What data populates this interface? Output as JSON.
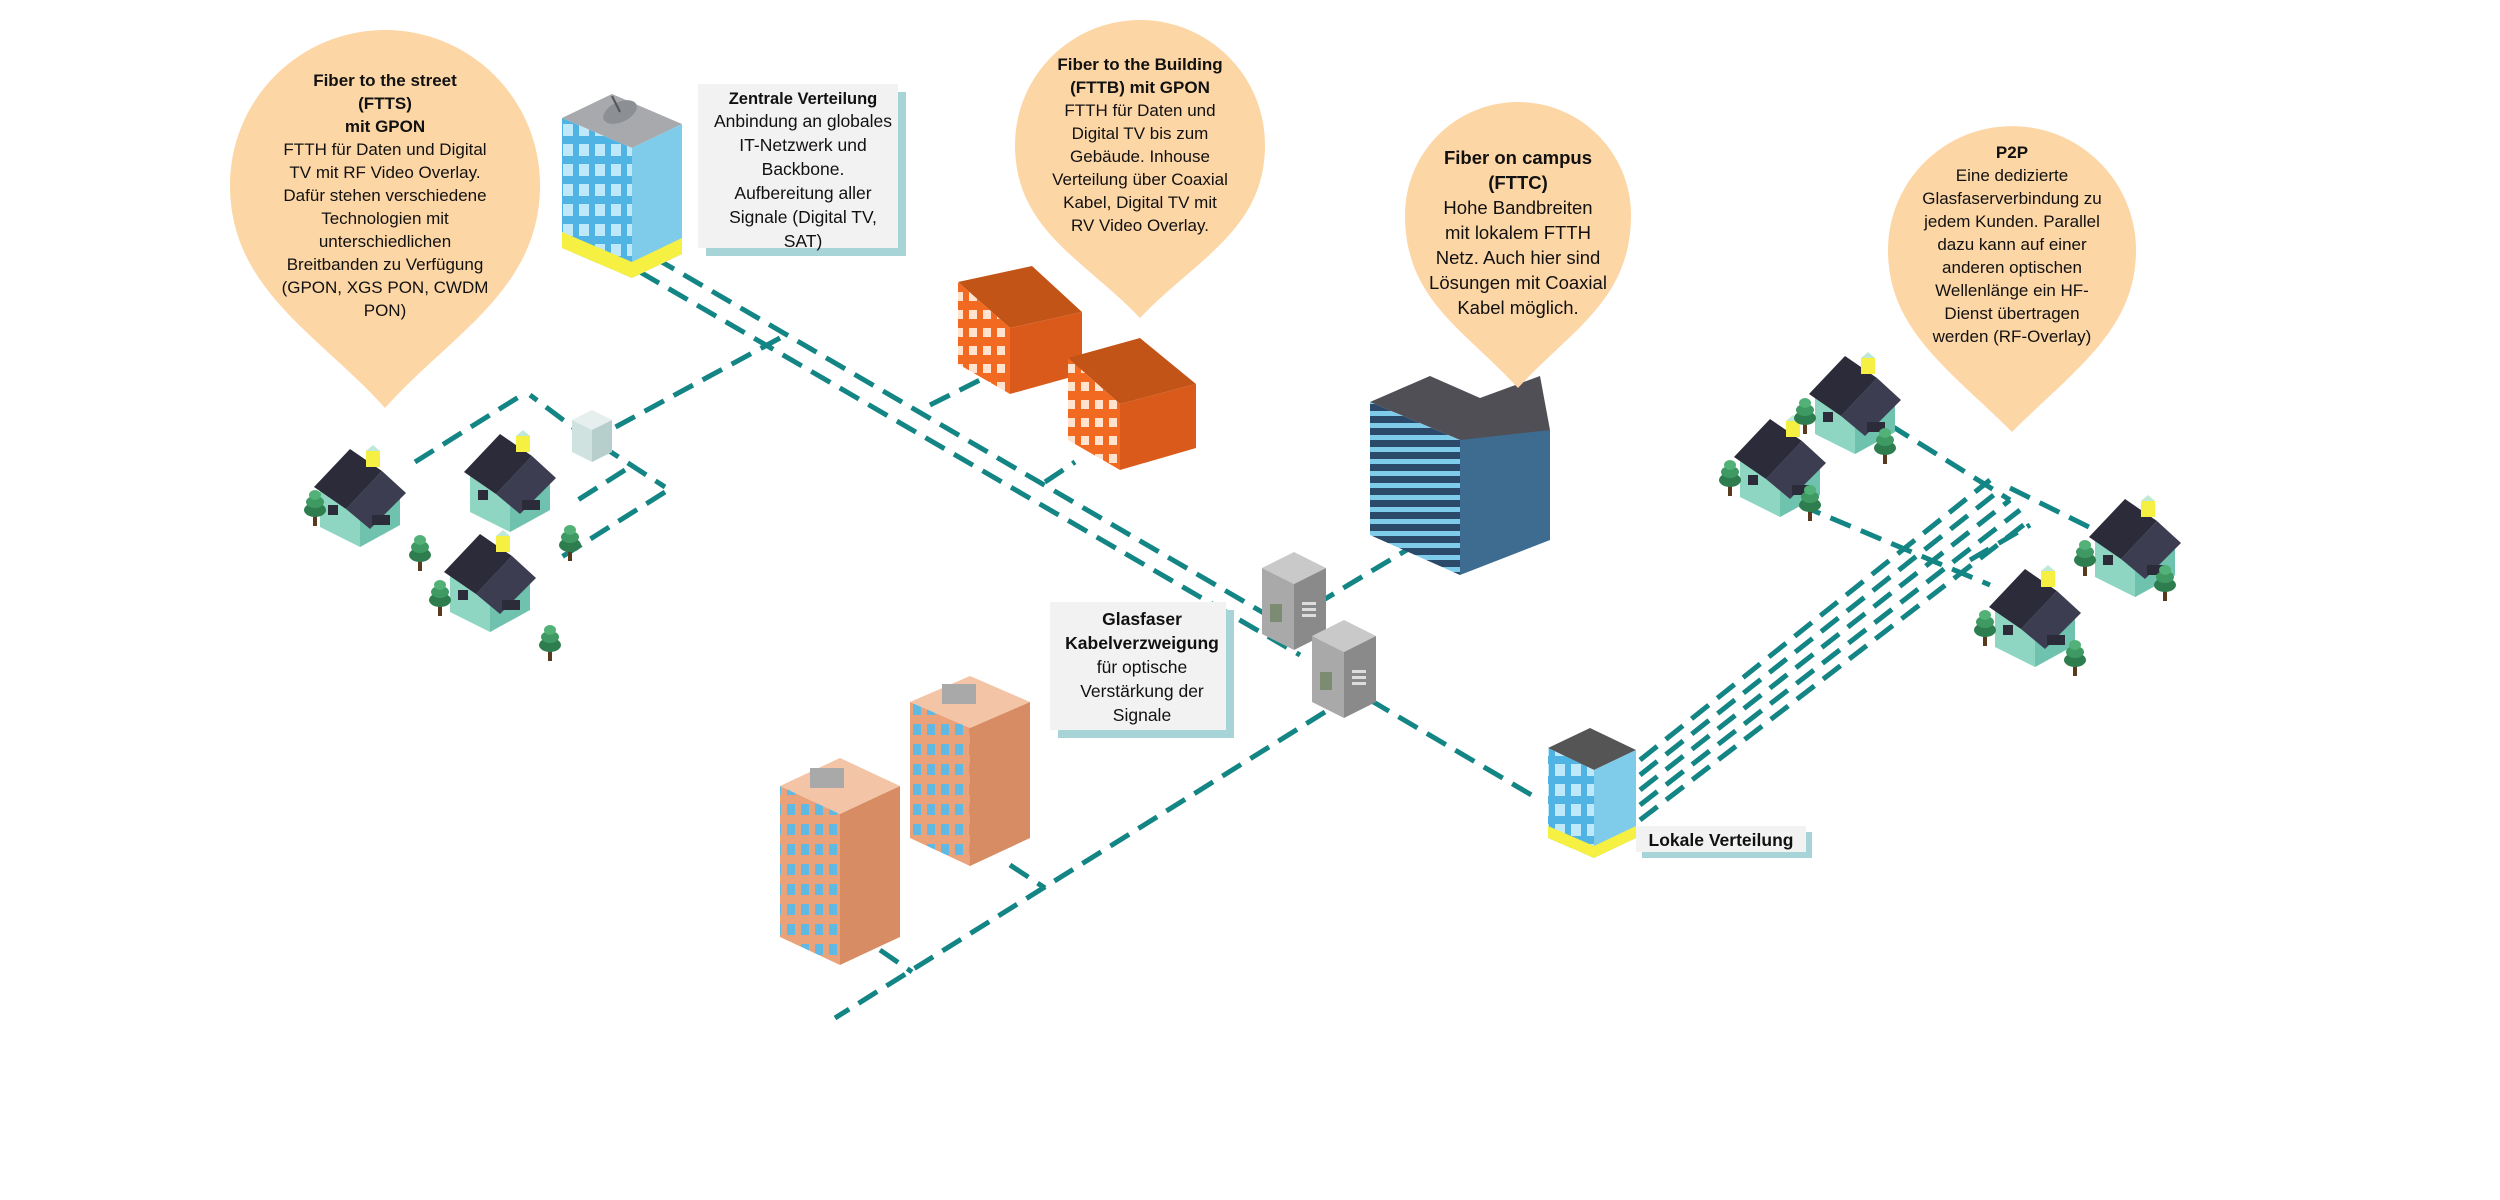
{
  "callouts": {
    "ftts": {
      "lines": [
        "Fiber to the street",
        "(FTTS)",
        "mit GPON",
        "FTTH für Daten und Digital",
        "TV mit RF Video Overlay.",
        "Dafür stehen verschiedene",
        "Technologien mit",
        "unterschiedlichen",
        "Breitbanden zu Verfügung",
        "(GPON, XGS PON, CWDM",
        "PON)"
      ]
    },
    "fttb": {
      "lines": [
        "Fiber to the Building",
        "(FTTB) mit GPON",
        "FTTH für Daten und",
        "Digital TV  bis zum",
        "Gebäude. Inhouse",
        "Verteilung über Coaxial",
        "Kabel, Digital TV mit",
        "RV Video Overlay."
      ]
    },
    "fttc": {
      "lines": [
        "Fiber on campus",
        "(FTTC)",
        "Hohe Bandbreiten",
        "mit lokalem FTTH",
        "Netz. Auch hier sind",
        "Lösungen mit Coaxial",
        "Kabel möglich."
      ]
    },
    "p2p": {
      "lines": [
        "P2P",
        "Eine dedizierte",
        "Glasfaserverbindung zu",
        "jedem Kunden. Parallel",
        "dazu kann auf einer",
        "anderen optischen",
        "Wellenlänge ein HF-",
        "Dienst übertragen",
        "werden (RF-Overlay)"
      ]
    }
  },
  "boxes": {
    "zentrale": {
      "lines": [
        "Zentrale Verteilung",
        "Anbindung an globales",
        "IT-Netzwerk und",
        "Backbone.",
        "Aufbereitung aller",
        "Signale (Digital TV,",
        "SAT)"
      ]
    },
    "kabelverzweigung": {
      "lines": [
        "Glasfaser",
        "Kabelverzweigung",
        "für optische",
        "Verstärkung der",
        "Signale"
      ]
    },
    "lokale": {
      "lines": [
        "Lokale Verteilung"
      ]
    }
  },
  "colors": {
    "fiber": "#128584",
    "callout": "#FDD6A6",
    "box_bg": "#F2F2F2",
    "box_shadow": "#A7D4D6",
    "house_wall": "#8ED6C2",
    "house_roof": "#2B2B3A",
    "office_glass": "#7FCBEA",
    "orange_building": "#F26A21",
    "brick_building": "#E9A27A"
  },
  "icons": [
    "satellite-dish-icon",
    "house-icon",
    "tree-icon",
    "street-cabinet-icon",
    "office-tower-icon",
    "campus-building-icon"
  ]
}
